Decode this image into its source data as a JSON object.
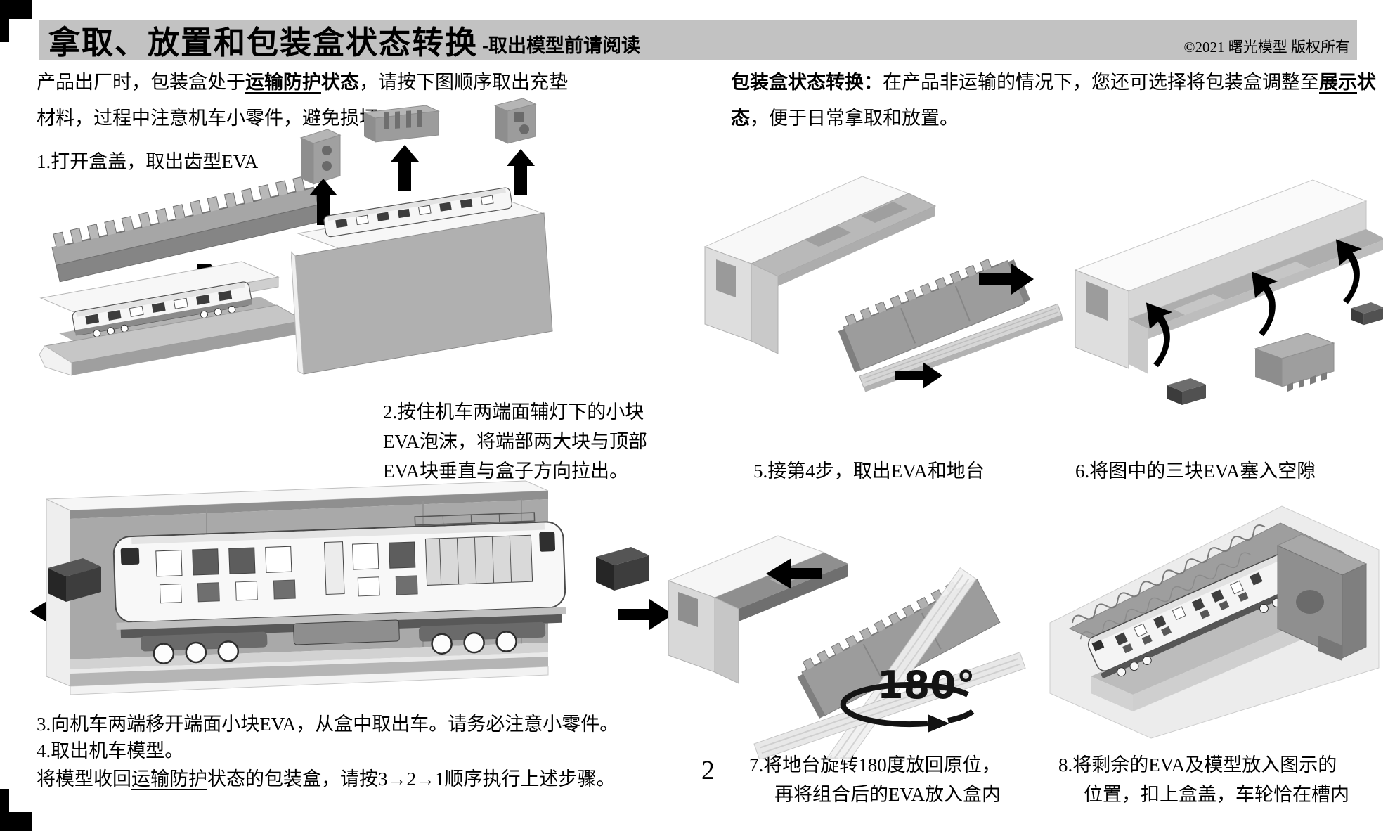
{
  "header": {
    "title": "拿取、放置和包装盒状态转换",
    "subtitle": "-取出模型前请阅读",
    "copyright": "©2021 曙光模型 版权所有"
  },
  "intro_left": {
    "part1": "产品出厂时，包装盒处于",
    "part2": "运输防护",
    "part3": "状态",
    "part4": "，请按下图顺序取出充垫材料，过程中注意机车小零件，避免损坏。"
  },
  "intro_right": {
    "part1": "包装盒状态转换：",
    "part2": "在产品非运输的情况下，您还可选择将包装盒调整至",
    "part3": "展示",
    "part4": "状态",
    "part5": "，便于日常拿取和放置。"
  },
  "steps": {
    "step1": "1.打开盒盖，取出齿型EVA",
    "step2": "2.按住机车两端面辅灯下的小块EVA泡沫，将端部两大块与顶部EVA块垂直与盒子方向拉出。",
    "step3": "3.向机车两端移开端面小块EVA，从盒中取出车。请务必注意小零件。",
    "step4": "4.取出机车模型。",
    "step5": "5.接第4步，取出EVA和地台",
    "step6": "6.将图中的三块EVA塞入空隙",
    "step7_line1": "7.将地台旋转180度放回原位，",
    "step7_line2": "再将组合后的EVA放入盒内",
    "step8_line1": "8.将剩余的EVA及模型放入图示的",
    "step8_line2": "位置，扣上盒盖，车轮恰在槽内"
  },
  "return_note": {
    "part1": "将模型收回",
    "part2": "运输防护",
    "part3": "状态的包装盒，请按3→2→1顺序执行上述步骤。"
  },
  "labels": {
    "rotation_angle": "180°"
  },
  "page": {
    "number": "2"
  },
  "colors": {
    "header_bg": "#c2c2c2",
    "arrow": "#000000",
    "eva_gray": "#9b9b9b",
    "eva_dark_block": "#3f3f3f",
    "box_shell": "#f5f5f5"
  }
}
